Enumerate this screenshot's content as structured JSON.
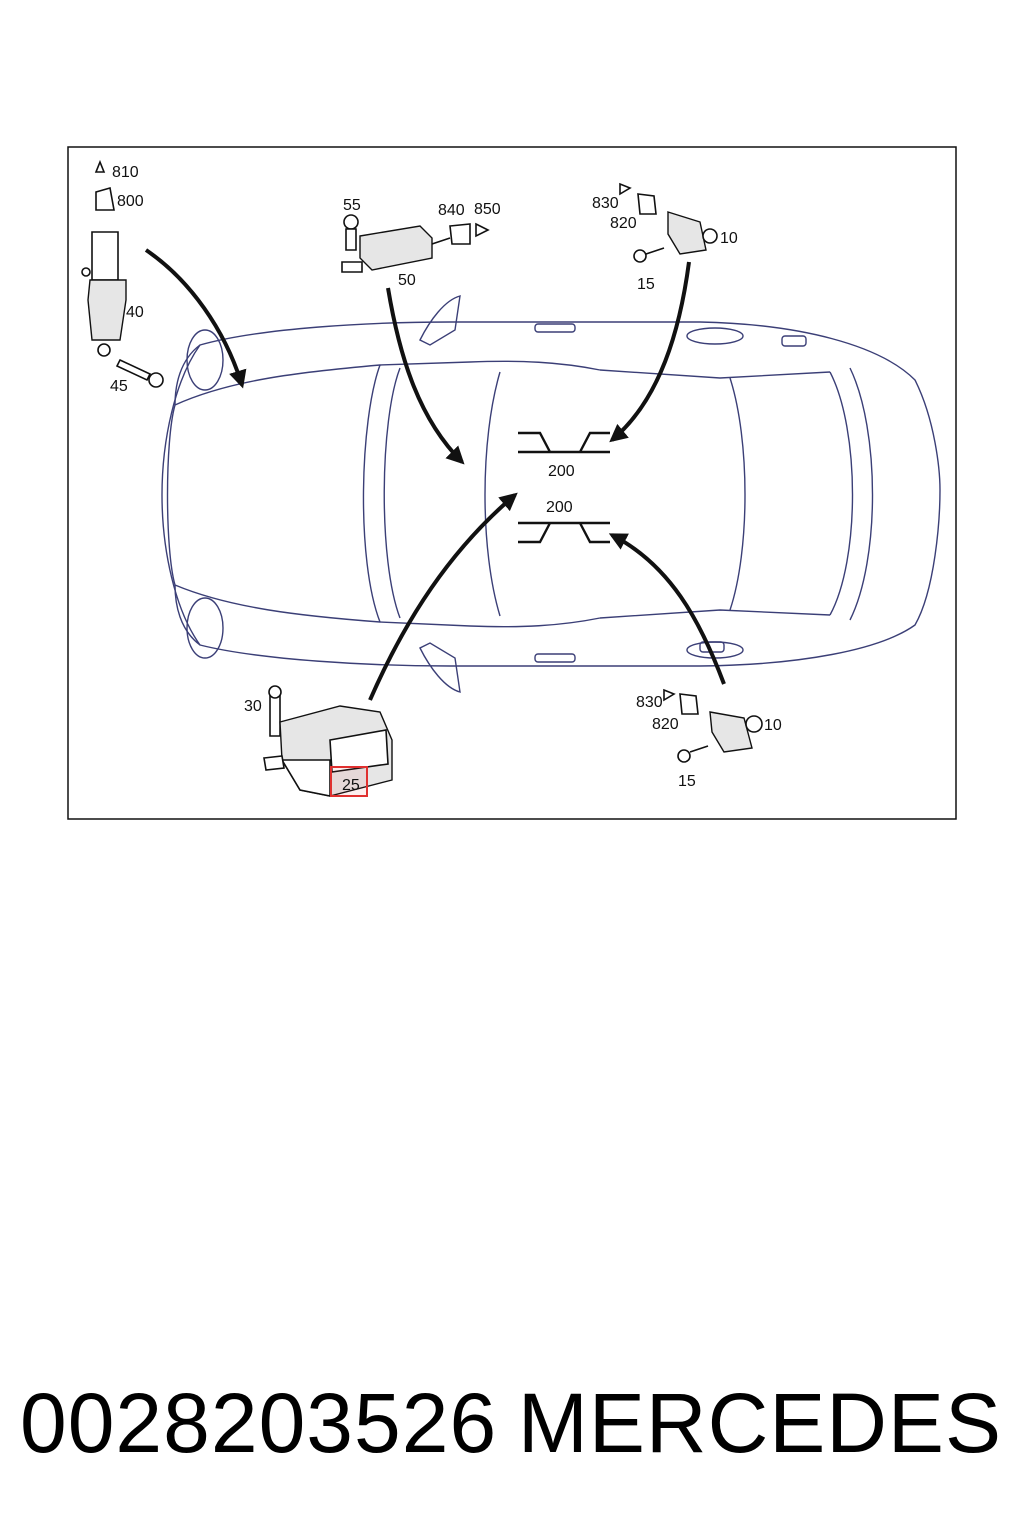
{
  "labels": {
    "p810": "810",
    "p800": "800",
    "p40": "40",
    "p45": "45",
    "p55": "55",
    "p840": "840",
    "p850": "850",
    "p50": "50",
    "p830_top": "830",
    "p820_top": "820",
    "p10_top": "10",
    "p15_top": "15",
    "p200_a": "200",
    "p200_b": "200",
    "p30": "30",
    "p25": "25",
    "p830_bottom": "830",
    "p820_bottom": "820",
    "p10_bottom": "10",
    "p15_bottom": "15"
  },
  "highlight_color": "#e0302f",
  "caption": {
    "part_number": "0028203526",
    "brand": "MERCEDES"
  }
}
